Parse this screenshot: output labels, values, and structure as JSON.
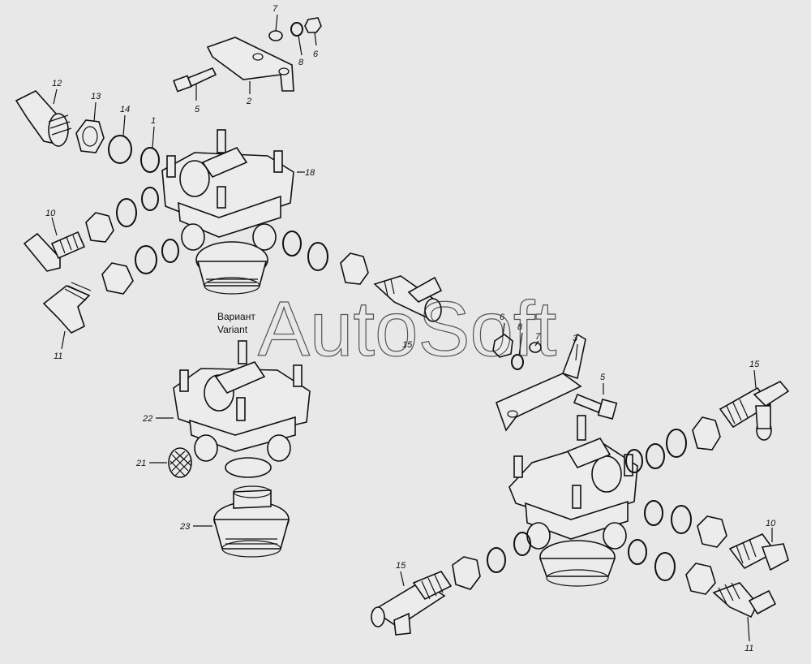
{
  "diagram": {
    "watermark": "AutoSoft",
    "variant_ru": "Вариант",
    "variant_en": "Variant",
    "callouts": {
      "c1": "1",
      "c2": "2",
      "c3": "3",
      "c5a": "5",
      "c5b": "5",
      "c6a": "6",
      "c6b": "6",
      "c7a": "7",
      "c7b": "7",
      "c8a": "8",
      "c8b": "8",
      "c10a": "10",
      "c10b": "10",
      "c11a": "11",
      "c11b": "11",
      "c12": "12",
      "c13": "13",
      "c14": "14",
      "c15a": "15",
      "c15b": "15",
      "c15c": "15",
      "c18": "18",
      "c21": "21",
      "c22": "22",
      "c23": "23"
    }
  }
}
